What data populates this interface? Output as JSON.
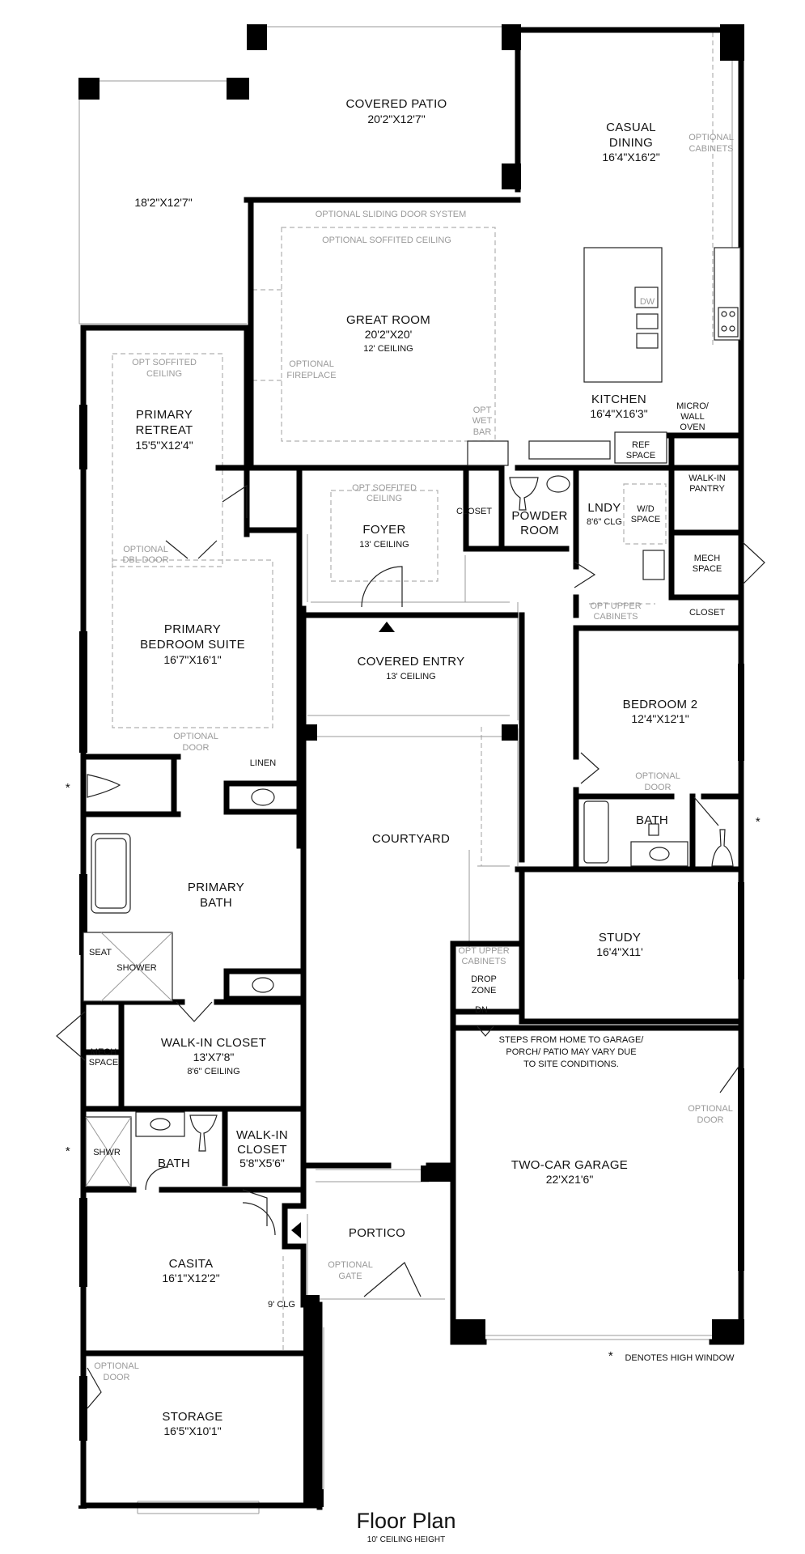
{
  "rooms": {
    "covered_patio": {
      "name": "COVERED PATIO",
      "dims": "20'2\"X12'7\""
    },
    "side_patio": {
      "dims": "18'2\"X12'7\""
    },
    "casual_dining": {
      "name_line1": "CASUAL",
      "name_line2": "DINING",
      "dims": "16'4\"X16'2\""
    },
    "great_room": {
      "name": "GREAT ROOM",
      "dims": "20'2\"X20'",
      "ceiling": "12' CEILING"
    },
    "kitchen": {
      "name": "KITCHEN",
      "dims": "16'4\"X16'3\""
    },
    "primary_retreat": {
      "name_line1": "PRIMARY",
      "name_line2": "RETREAT",
      "dims": "15'5\"X12'4\""
    },
    "foyer": {
      "name": "FOYER",
      "ceiling": "13' CEILING"
    },
    "powder_room": {
      "name_line1": "POWDER",
      "name_line2": "ROOM"
    },
    "laundry": {
      "name": "LNDY",
      "ceiling": "8'6\" CLG"
    },
    "walk_in_pantry": {
      "name_line1": "WALK-IN",
      "name_line2": "PANTRY"
    },
    "mech_space_upper": {
      "name_line1": "MECH",
      "name_line2": "SPACE"
    },
    "closet_upper": {
      "name": "CLOSET"
    },
    "foyer_closet": {
      "name": "CLOSET"
    },
    "primary_bedroom": {
      "name_line1": "PRIMARY",
      "name_line2": "BEDROOM SUITE",
      "dims": "16'7\"X16'1\""
    },
    "covered_entry": {
      "name": "COVERED ENTRY",
      "ceiling": "13' CEILING"
    },
    "bedroom2": {
      "name": "BEDROOM 2",
      "dims": "12'4\"X12'1\""
    },
    "bath2": {
      "name": "BATH"
    },
    "courtyard": {
      "name": "COURTYARD"
    },
    "linen": {
      "name": "LINEN"
    },
    "primary_bath": {
      "name_line1": "PRIMARY",
      "name_line2": "BATH"
    },
    "shower": {
      "name": "SHOWER"
    },
    "seat": {
      "name": "SEAT"
    },
    "study": {
      "name": "STUDY",
      "dims": "16'4\"X11'"
    },
    "drop_zone": {
      "name_line1": "DROP",
      "name_line2": "ZONE",
      "step": "DN"
    },
    "walk_in_closet": {
      "name": "WALK-IN CLOSET",
      "dims": "13'X7'8\"",
      "ceiling": "8'6\" CEILING"
    },
    "mech_space_lower": {
      "name_line1": "MECH",
      "name_line2": "SPACE"
    },
    "garage": {
      "name": "TWO-CAR GARAGE",
      "dims": "22'X21'6\""
    },
    "casita_bath": {
      "name": "BATH"
    },
    "shwr": {
      "name": "SHWR"
    },
    "walk_in_closet2": {
      "name_line1": "WALK-IN",
      "name_line2": "CLOSET",
      "dims": "5'8\"X5'6\""
    },
    "portico": {
      "name": "PORTICO"
    },
    "casita": {
      "name": "CASITA",
      "dims": "16'1\"X12'2\"",
      "ceiling": "9' CLG"
    },
    "storage": {
      "name": "STORAGE",
      "dims": "16'5\"X10'1\""
    }
  },
  "annotations": {
    "optional_cabinets_line1": "OPTIONAL",
    "optional_cabinets_line2": "CABINETS",
    "optional_sliding_door": "OPTIONAL SLIDING DOOR SYSTEM",
    "optional_soffited_ceiling": "OPTIONAL SOFFITED CEILING",
    "optional_fireplace_line1": "OPTIONAL",
    "optional_fireplace_line2": "FIREPLACE",
    "dw": "DW",
    "micro_line1": "MICRO/",
    "micro_line2": "WALL",
    "micro_line3": "OVEN",
    "opt_wet_bar_line1": "OPT",
    "opt_wet_bar_line2": "WET",
    "opt_wet_bar_line3": "BAR",
    "ref_space_line1": "REF",
    "ref_space_line2": "SPACE",
    "opt_soffited_line1": "OPT SOFFITED",
    "opt_soffited_line2": "CEILING",
    "opt_soffited_foyer_line1": "OPT SOFFITED",
    "opt_soffited_foyer_line2": "CEILING",
    "wd_space_line1": "W/D",
    "wd_space_line2": "SPACE",
    "optional_dbl_door_line1": "OPTIONAL",
    "optional_dbl_door_line2": "DBL DOOR",
    "opt_upper_cabinets_line1": "OPT UPPER",
    "opt_upper_cabinets_line2": "CABINETS",
    "optional_door_line1": "OPTIONAL",
    "optional_door_line2": "DOOR",
    "opt_upper_cabinets2_line1": "OPT UPPER",
    "opt_upper_cabinets2_line2": "CABINETS",
    "steps_line1": "STEPS FROM HOME TO GARAGE/",
    "steps_line2": "PORCH/ PATIO MAY VARY DUE",
    "steps_line3": "TO SITE CONDITIONS.",
    "optional_gate_line1": "OPTIONAL",
    "optional_gate_line2": "GATE",
    "high_window_mark": "*",
    "high_window_note": "DENOTES HIGH WINDOW"
  },
  "footer": {
    "title": "Floor Plan",
    "subtitle": "10' CEILING HEIGHT"
  }
}
